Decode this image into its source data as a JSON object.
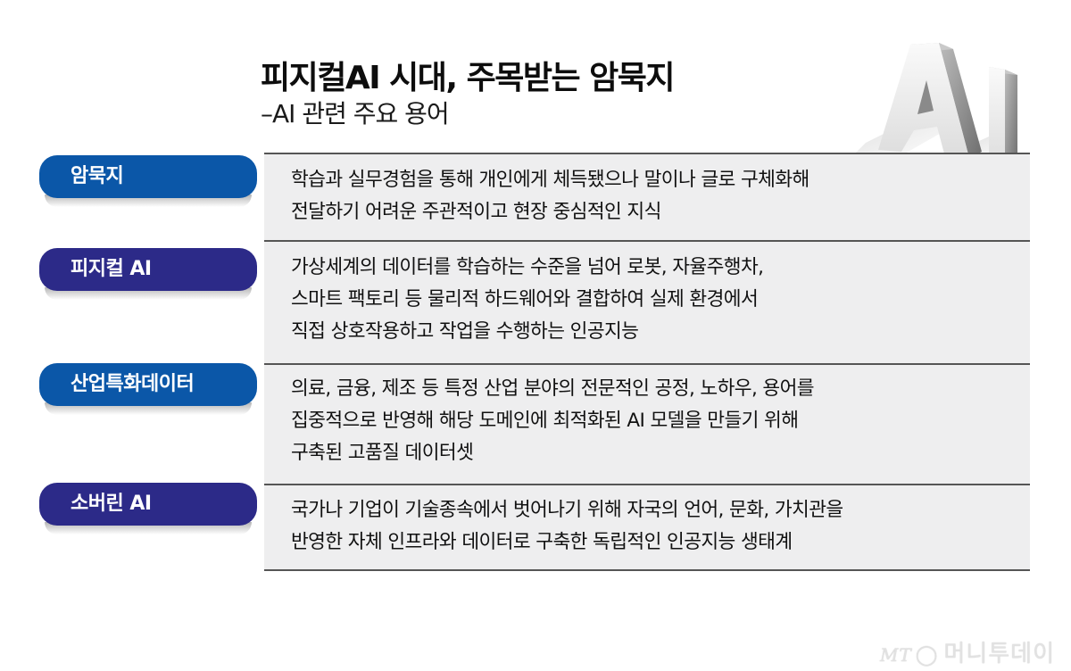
{
  "header": {
    "title": "피지컬AI 시대, 주목받는 암묵지",
    "subtitle": "–AI 관련 주요 용어"
  },
  "decoration": {
    "logo_text": "AI"
  },
  "colors": {
    "pill_blue": "#0B57A8",
    "pill_indigo": "#2C2A88",
    "panel_bg": "#EEEEEF",
    "separator": "#555555"
  },
  "terms": [
    {
      "label": "암묵지",
      "color": "#0B57A8",
      "lines": [
        "학습과 실무경험을 통해 개인에게 체득됐으나 말이나 글로 구체화해",
        "전달하기 어려운 주관적이고 현장 중심적인 지식"
      ]
    },
    {
      "label": "피지컬 AI",
      "color": "#2C2A88",
      "lines": [
        "가상세계의 데이터를 학습하는 수준을 넘어 로봇, 자율주행차,",
        "스마트 팩토리 등 물리적 하드웨어와 결합하여 실제 환경에서",
        "직접 상호작용하고 작업을 수행하는 인공지능"
      ]
    },
    {
      "label": "산업특화데이터",
      "color": "#0B57A8",
      "lines": [
        "의료, 금융, 제조 등 특정 산업 분야의 전문적인 공정, 노하우, 용어를",
        "집중적으로 반영해 해당 도메인에 최적화된 AI 모델을 만들기 위해",
        "구축된 고품질 데이터셋"
      ]
    },
    {
      "label": "소버린 AI",
      "color": "#2C2A88",
      "lines": [
        "국가나 기업이 기술종속에서 벗어나기 위해 자국의 언어, 문화, 가치관을",
        "반영한 자체 인프라와 데이터로 구축한 독립적인 인공지능 생태계"
      ]
    }
  ],
  "watermark": {
    "mt": "MT",
    "name": "머니투데이"
  }
}
